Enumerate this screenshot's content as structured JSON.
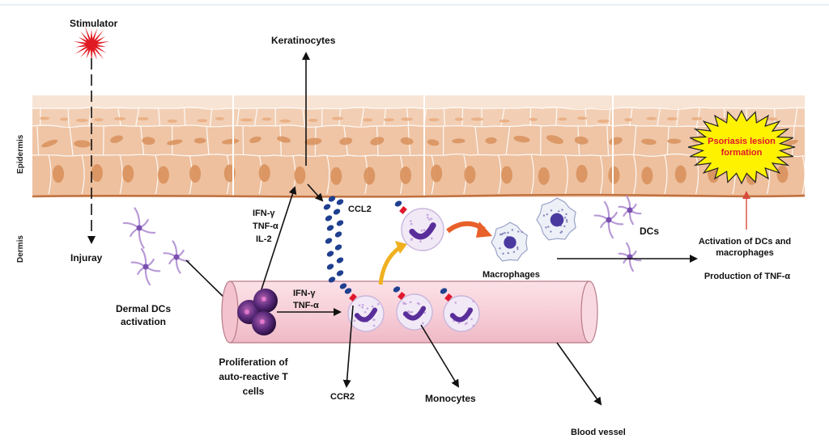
{
  "labels": {
    "stimulator": "Stimulator",
    "keratinocytes": "Keratinocytes",
    "epidermis": "Epidermis",
    "dermis": "Dermis",
    "injury": "Injuray",
    "dermal_dcs_line1": "Dermal DCs",
    "dermal_dcs_line2": "activation",
    "cytokines_up": [
      "IFN-γ",
      "TNF-α",
      "IL-2"
    ],
    "cytokines_vessel": [
      "IFN-γ",
      "TNF-α"
    ],
    "ccl2": "CCL2",
    "ccr2": "CCR2",
    "proliferation": [
      "Proliferation of",
      "auto-reactive T",
      "cells"
    ],
    "monocytes": "Monocytes",
    "macrophages": "Macrophages",
    "dcs": "DCs",
    "activation": [
      "Activation of DCs and",
      "macrophages"
    ],
    "production": "Production of TNF-α",
    "psoriasis": [
      "Psoriasis lesion",
      "formation"
    ],
    "blood_vessel": "Blood vessel"
  },
  "colors": {
    "skin_light": "#f6dcc6",
    "skin_mid": "#eec7a4",
    "nucleus": "#d8915c",
    "basement": "#c0703e",
    "vessel": "#f7cfd8",
    "vessel_edge": "#b97a8a",
    "ccl2_dot": "#1f3f8f",
    "burst_fill": "#fff200",
    "burst_text": "#e0182c",
    "stimulator": "#e01a22",
    "dc_cell": "#b89ad6",
    "orange_arrow": "#e8602a",
    "gold_arrow": "#f0b020"
  }
}
